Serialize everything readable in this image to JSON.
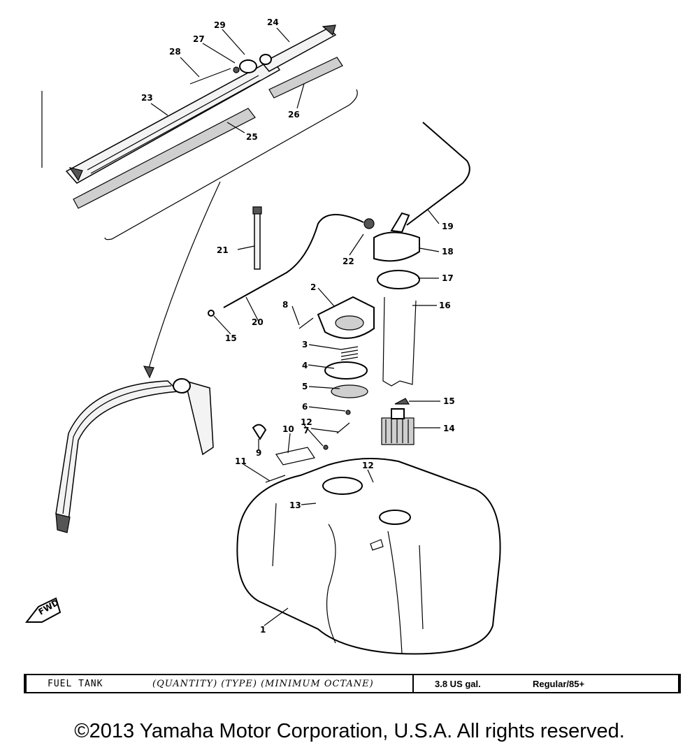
{
  "diagram": {
    "callouts": {
      "c1": "1",
      "c2": "2",
      "c3": "3",
      "c4": "4",
      "c5": "5",
      "c6": "6",
      "c7": "7",
      "c8": "8",
      "c9": "9",
      "c10": "10",
      "c11": "11",
      "c12a": "12",
      "c12b": "12",
      "c13": "13",
      "c14": "14",
      "c15a": "15",
      "c15b": "15",
      "c16": "16",
      "c17": "17",
      "c18": "18",
      "c19": "19",
      "c20": "20",
      "c21": "21",
      "c22": "22",
      "c23": "23",
      "c24": "24",
      "c25": "25",
      "c26": "26",
      "c27": "27",
      "c28": "28",
      "c29": "29"
    },
    "fwd_marker": "FWD"
  },
  "spec": {
    "label": "FUEL TANK",
    "fields": "(QUANTITY) (TYPE) (MINIMUM OCTANE)",
    "quantity": "3.8 US gal.",
    "type_octane": "Regular/85+"
  },
  "footer": {
    "copyright": "©2013 Yamaha Motor Corporation, U.S.A. All rights reserved."
  }
}
